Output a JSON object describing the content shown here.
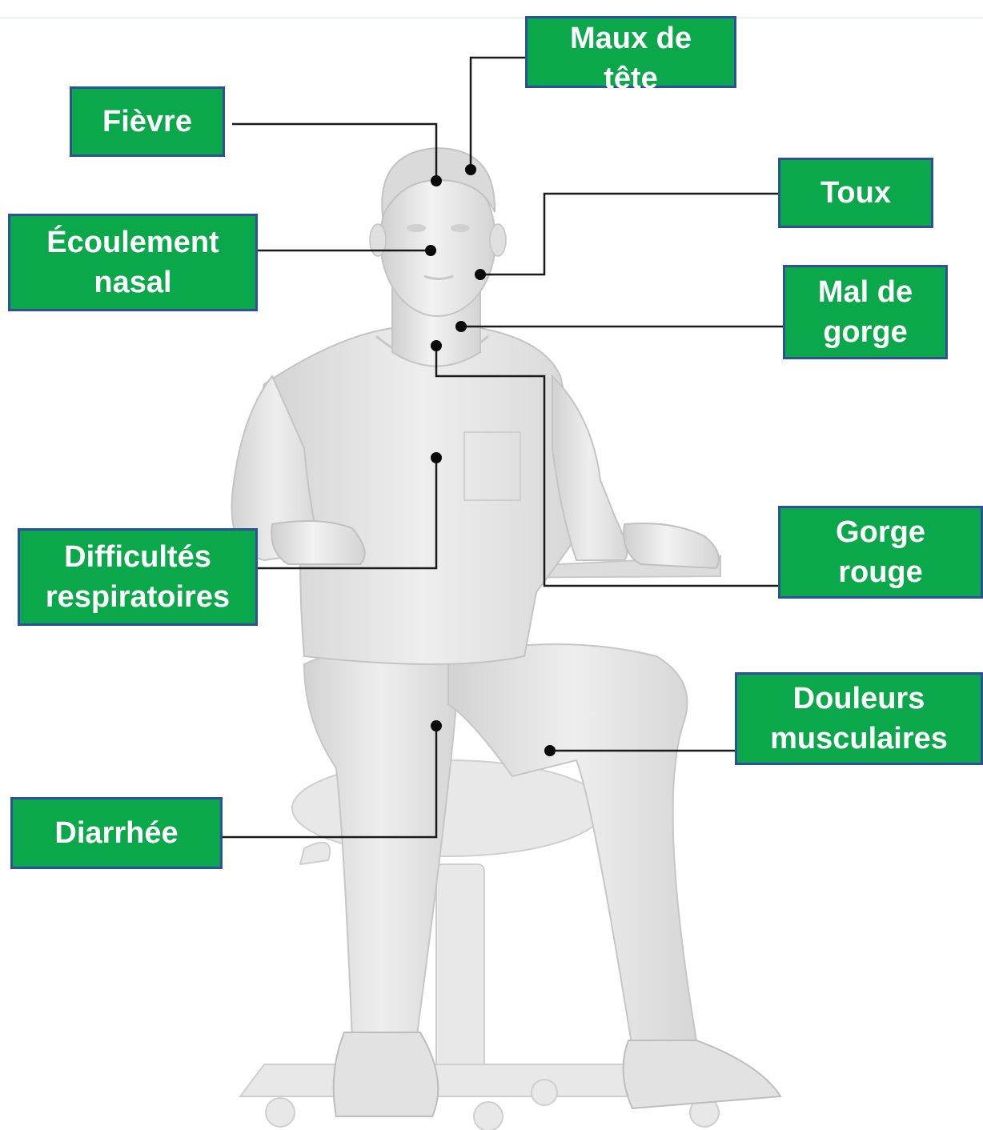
{
  "labels": {
    "fievre": "Fièvre",
    "maux_de_tete": "Maux de tête",
    "toux": "Toux",
    "ecoulement_nasal": "Écoulement nasal",
    "mal_de_gorge": "Mal de gorge",
    "gorge_rouge": "Gorge rouge",
    "difficultes_respiratoires": "Difficultés respiratoires",
    "douleurs_musculaires": "Douleurs musculaires",
    "diarrhee": "Diarrhée"
  },
  "colors": {
    "label_fill": "#0aa84a",
    "label_border": "#2f4f9a",
    "label_text": "#ffffff",
    "leader_line": "#1a1a1a",
    "figure": "#e6e6e6"
  }
}
